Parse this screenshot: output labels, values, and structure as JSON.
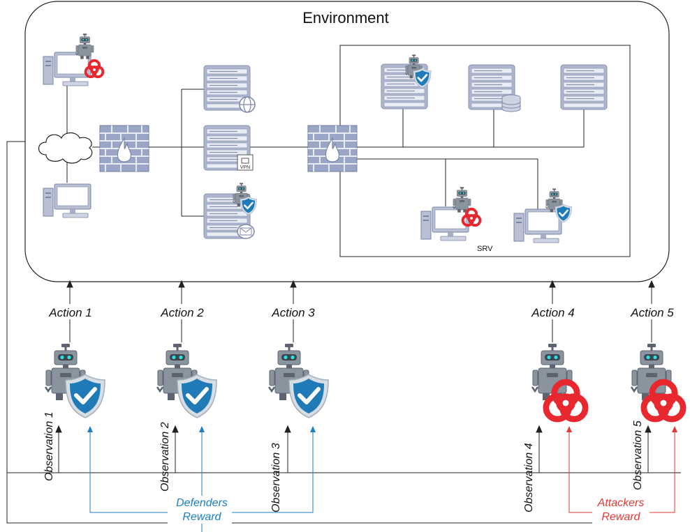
{
  "environment": {
    "title": "Environment",
    "srv_label": "SRV",
    "vpn_label": "VPN"
  },
  "defenders": [
    {
      "action": "Action 1",
      "observation": "Observation 1"
    },
    {
      "action": "Action 2",
      "observation": "Observation 2"
    },
    {
      "action": "Action 3",
      "observation": "Observation 3"
    }
  ],
  "attackers": [
    {
      "action": "Action 4",
      "observation": "Observation 4"
    },
    {
      "action": "Action 5",
      "observation": "Observation 5"
    }
  ],
  "rewards": {
    "defenders_line1": "Defenders",
    "defenders_line2": "Reward",
    "attackers_line1": "Attackers",
    "attackers_line2": "Reward"
  },
  "colors": {
    "defender": "#1b7fc2",
    "attacker": "#e53935",
    "server": "#8a95b5",
    "firewall": "#7d8bb5"
  },
  "icons": [
    "desktop-icon",
    "cloud-icon",
    "firewall-icon",
    "server-icon",
    "globe-icon",
    "vpn-icon",
    "mail-icon",
    "database-icon",
    "robot-icon",
    "shield-icon",
    "biohazard-icon"
  ]
}
